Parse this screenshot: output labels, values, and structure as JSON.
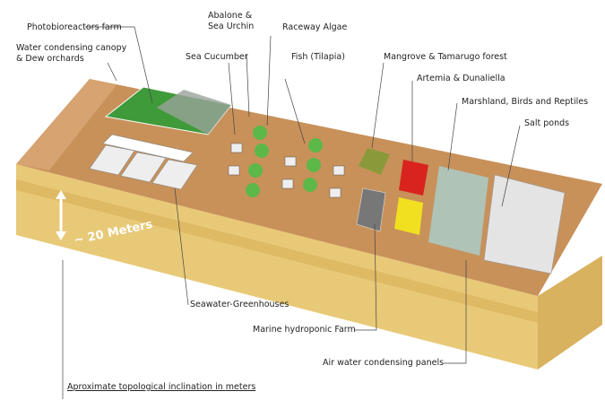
{
  "labels": {
    "photobioreactors": "Photobioreactors farm",
    "water_canopy_1": "Water condensing canopy",
    "water_canopy_2": "& Dew orchards",
    "abalone_1": "Abalone &",
    "abalone_2": "Sea Urchin",
    "raceway": "Raceway Algae",
    "sea_cucumber": "Sea Cucumber",
    "fish": "Fish (Tilapia)",
    "mangrove": "Mangrove & Tamarugo forest",
    "artemia": "Artemia & Dunaliella",
    "marshland": "Marshland, Birds and Reptiles",
    "salt_ponds": "Salt ponds",
    "meters": "~ 20 Meters",
    "greenhouses": "Seawater-Greenhouses",
    "hydroponic": "Marine hydroponic Farm",
    "air_water": "Air water condensing panels",
    "inclination": "Aproximate topological inclination in meters"
  },
  "colors": {
    "sand": "#c8915a",
    "side": "#e6c873",
    "green": "#5cb848",
    "red": "#d8231e",
    "yellow": "#f0e020"
  }
}
